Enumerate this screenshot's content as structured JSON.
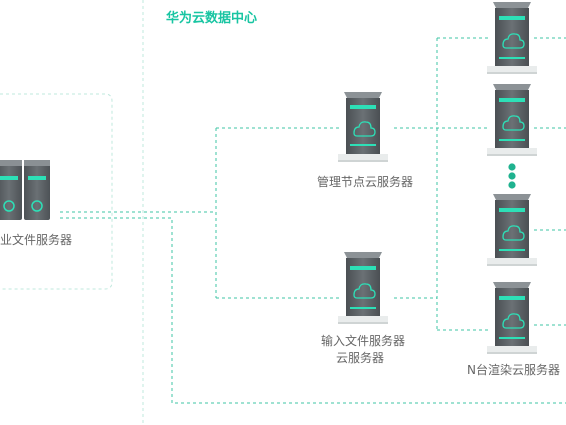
{
  "header": {
    "title": "华为云数据中心"
  },
  "labels": {
    "left_server_partial": "业文件服务器",
    "management_node": "管理节点云服务器",
    "input_server_line1": "输入文件服务器",
    "input_server_line2": "云服务器",
    "render_servers": "N台渲染云服务器"
  },
  "colors": {
    "accent": "#18c5a2",
    "dashed_line": "#3fc6a4",
    "frame_border": "#bfe8dd",
    "server_body": "#5a5f63",
    "server_glow": "#2de0b7"
  },
  "icons": {
    "server": "cloud-server-icon",
    "ellipsis": "vertical-ellipsis-icon"
  }
}
